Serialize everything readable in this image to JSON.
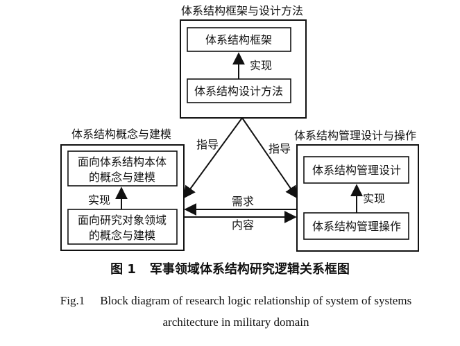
{
  "top_module": {
    "title": "体系结构框架与设计方法",
    "upper_box": "体系结构框架",
    "relation": "实现",
    "lower_box": "体系结构设计方法"
  },
  "left_module": {
    "title": "体系结构概念与建模",
    "upper_box": [
      "面向体系结构本体",
      "的概念与建模"
    ],
    "relation": "实现",
    "lower_box": [
      "面向研究对象领域",
      "的概念与建模"
    ]
  },
  "right_module": {
    "title": "体系结构管理设计与操作",
    "upper_box": "体系结构管理设计",
    "relation": "实现",
    "lower_box": "体系结构管理操作"
  },
  "edges": {
    "guide_left": "指导",
    "guide_right": "指导",
    "demand": "需求",
    "content": "内容"
  },
  "caption": {
    "cn_number": "图 1",
    "cn_title": "军事领域体系结构研究逻辑关系框图",
    "en_number": "Fig.1",
    "en_title": "Block diagram of research logic relationship of system of systems architecture in military domain"
  }
}
